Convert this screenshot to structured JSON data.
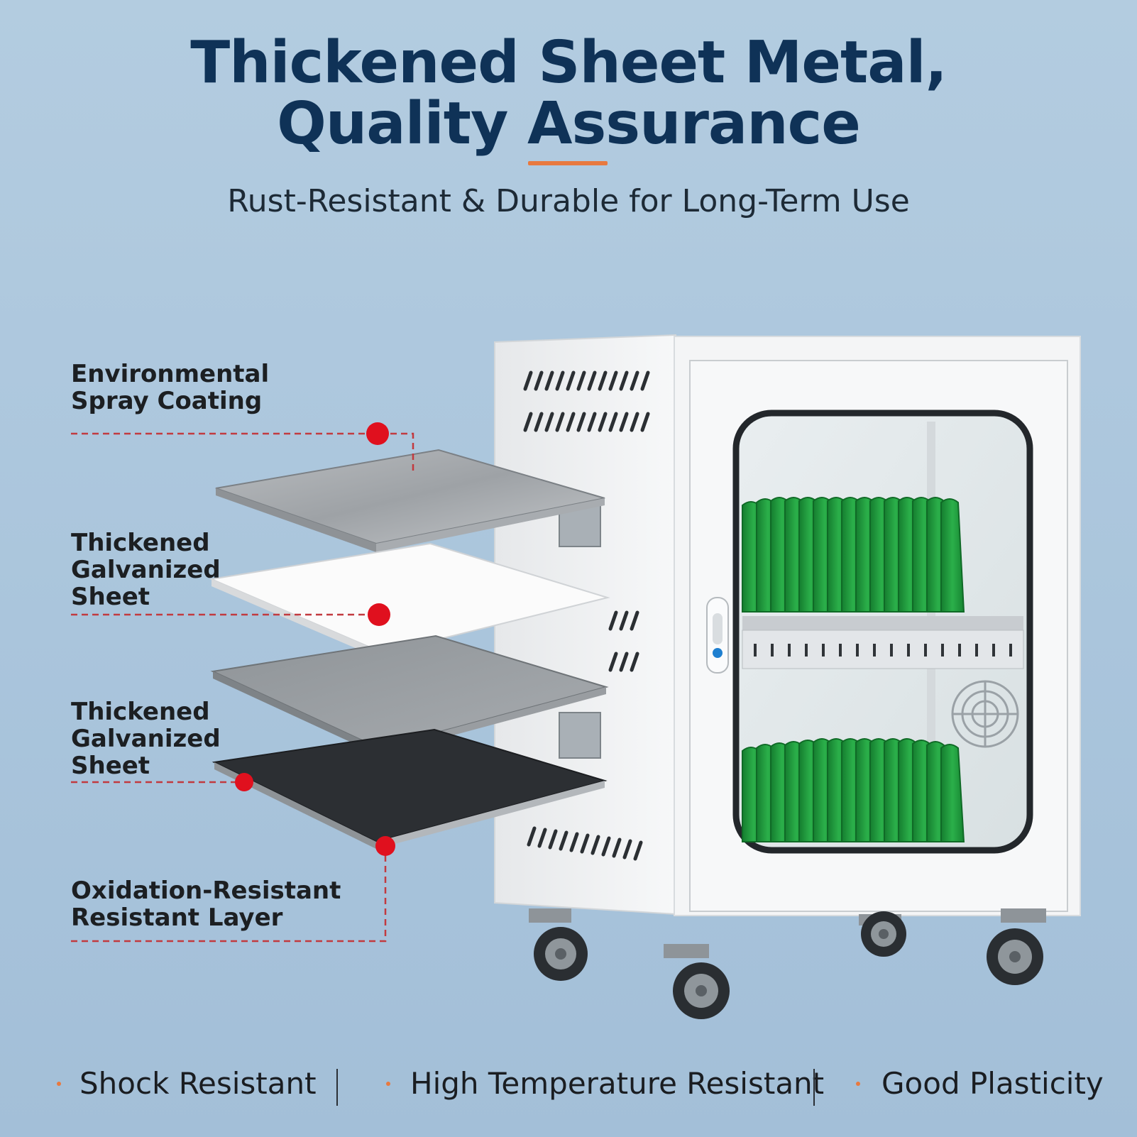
{
  "headline": {
    "line1": "Thickened Sheet Metal,",
    "line2": "Quality Assurance",
    "subtitle": "Rust-Resistant & Durable for Long-Term Use",
    "accent_color": "#e8793f",
    "text_color": "#0f3257"
  },
  "layers": [
    {
      "line1": "Environmental",
      "line2": "Spray Coating",
      "line3": ""
    },
    {
      "line1": "Thickened",
      "line2": "Galvanized",
      "line3": "Sheet"
    },
    {
      "line1": "Thickened",
      "line2": "Galvanized",
      "line3": "Sheet"
    },
    {
      "line1": "Oxidation-Resistant",
      "line2": "Resistant Layer",
      "line3": ""
    }
  ],
  "features": [
    {
      "label": "Shock Resistant"
    },
    {
      "label": "High Temperature Resistant"
    },
    {
      "label": "Good Plasticity"
    }
  ],
  "colors": {
    "callout_red": "#e0101e",
    "tray_green": "#1f9a3c",
    "cabinet_white": "#f3f4f5"
  }
}
